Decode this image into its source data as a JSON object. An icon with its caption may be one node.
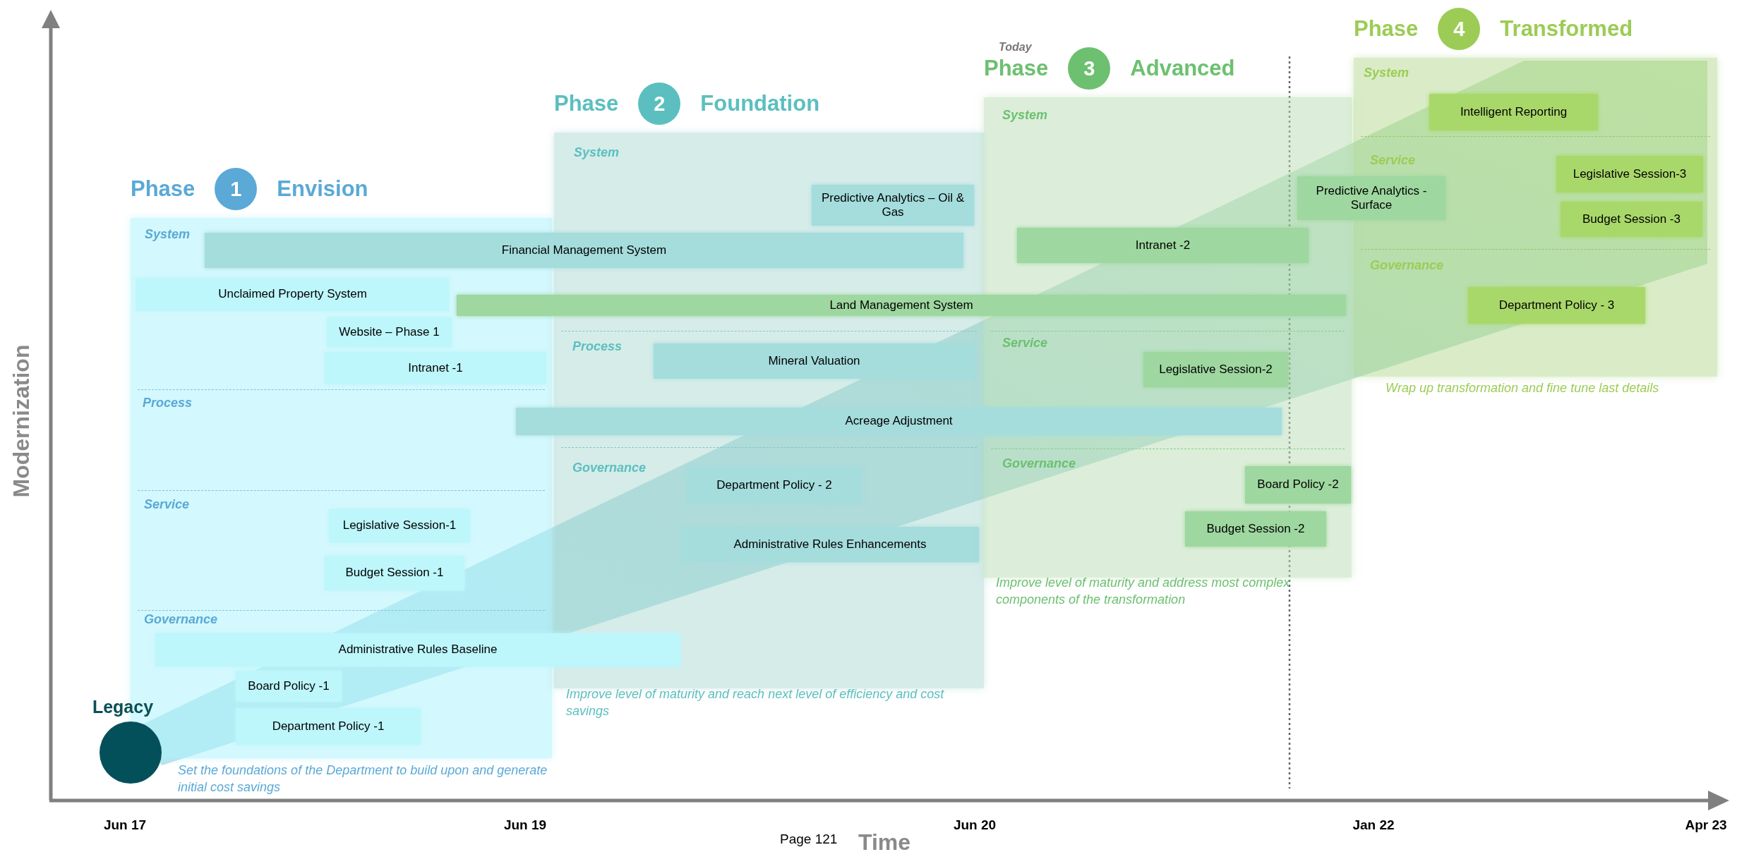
{
  "diagram": {
    "nodes": [
      {
        "text": [
          "Phase",
          "1",
          "Envision"
        ],
        "beside": [
          "Set the foundations of the Department to build upon and generate initial cost savings"
        ]
      },
      {
        "text": [
          "Unclaimed Property System"
        ],
        "in": 0
      },
      {
        "text": [
          "Website – Phase 1"
        ],
        "in": 0
      },
      {
        "text": [
          "Intranet -1"
        ],
        "in": 0
      },
      {
        "text": [
          "Legislative Session-1"
        ],
        "in": 0
      },
      {
        "text": [
          "Budget Session -1"
        ],
        "in": 0
      },
      {
        "text": [
          "Board Policy -1"
        ],
        "in": 0
      },
      {
        "text": [
          "Department Policy -1"
        ],
        "in": 0
      },
      {
        "text": [
          "Phase",
          "2",
          "Foundation"
        ],
        "beside": [
          "Improve level of maturity and reach next level of efficiency and cost savings"
        ]
      },
      {
        "text": [
          "Predictive Analytics – Oil & Gas"
        ],
        "in": 8
      },
      {
        "text": [
          "Mineral Valuation"
        ],
        "in": 8
      },
      {
        "text": [
          "Department Policy - 2"
        ],
        "in": 8
      },
      {
        "text": [
          "Administrative Rules Enhancements"
        ],
        "in": 8
      },
      {
        "text": [
          "Phase",
          "3",
          "Advanced"
        ],
        "beside": [
          "Improve level of maturity and address most complex components of the transformation"
        ]
      },
      {
        "text": [
          "Intranet -2"
        ],
        "in": 13
      },
      {
        "text": [
          "Legislative Session-2"
        ],
        "in": 13
      },
      {
        "text": [
          "Board Policy -2"
        ],
        "in": 13
      },
      {
        "text": [
          "Budget Session -2"
        ],
        "in": 13
      },
      {
        "text": [
          "Phase",
          "4",
          "Transformed"
        ],
        "beside": [
          "Wrap up transformation and fine tune last details"
        ]
      },
      {
        "text": [
          "Intelligent Reporting"
        ],
        "in": 18
      },
      {
        "text": [
          "Legislative Session-3"
        ],
        "in": 18
      },
      {
        "text": [
          "Budget Session -3"
        ],
        "in": 18
      },
      {
        "text": [
          "Department Policy - 3"
        ],
        "in": 18
      },
      {
        "text": [
          "Financial Management System"
        ]
      },
      {
        "text": [
          "Land Management System"
        ]
      },
      {
        "text": [
          "Acreage Adjustment"
        ]
      },
      {
        "text": [
          "Administrative Rules Baseline"
        ]
      },
      {
        "text": [
          "Predictive Analytics - Surface"
        ]
      },
      {
        "text": [
          "Legacy"
        ]
      }
    ],
    "labels": [
      "Today",
      "System",
      "Process",
      "Service",
      "Governance",
      "System",
      "Process",
      "Governance",
      "System",
      "Service",
      "Governance",
      "System",
      "Service",
      "Governance",
      "Modernization",
      "Jun 17",
      "Jun 19",
      "Jun 20",
      "Jan 22",
      "Apr 23",
      "Page 121",
      "Time"
    ]
  }
}
